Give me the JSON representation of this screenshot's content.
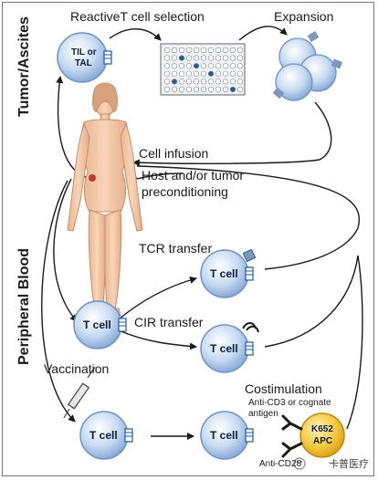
{
  "labels": {
    "tumor_ascites": "Tumor/Ascites",
    "peripheral_blood": "Peripheral Blood",
    "reactive_selection": "ReactiveT cell selection",
    "expansion": "Expansion",
    "cell_infusion": "Cell infusion",
    "preconditioning_line1": "Host and/or tumor",
    "preconditioning_line2": "preconditioning",
    "tcr_transfer": "TCR transfer",
    "cir_transfer": "CIR transfer",
    "vaccination": "Vaccination",
    "costimulation": "Costimulation",
    "anti_cd3_line1": "Anti-CD3 or cognate",
    "anti_cd3_line2": "antigen",
    "anti_cd28": "Anti-CD28"
  },
  "cells": {
    "til_line1": "TIL or",
    "til_line2": "TAL",
    "tcell": "T cell",
    "k652_line1": "K652",
    "k652_line2": "APC"
  },
  "watermark": "卡普医疗",
  "colors": {
    "cell_fill": "#bcd3ef",
    "cell_rim": "#6f92c6",
    "apc_fill": "#f2c33c",
    "body_skin": "#f1c5a4",
    "receptor_blue": "#1f5aa6",
    "arrow": "#1a1a1a"
  }
}
